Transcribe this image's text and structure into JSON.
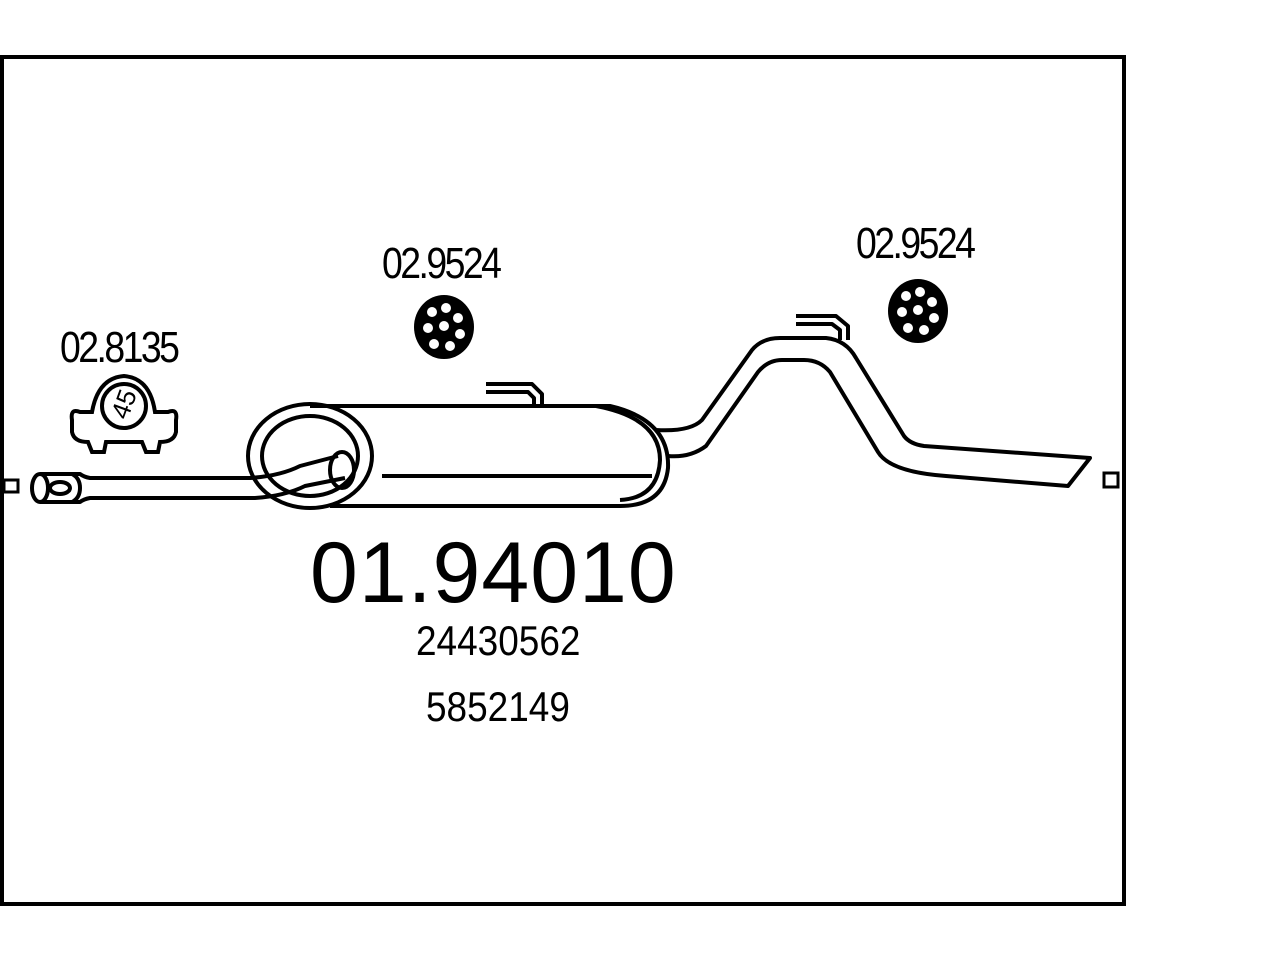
{
  "diagram": {
    "main_part_number": "01.94010",
    "oe_references": [
      "24430562",
      "5852149"
    ],
    "components": {
      "clamp": {
        "part_number": "02.8135",
        "size": "45"
      },
      "rubber_mount_front": {
        "part_number": "02.9524"
      },
      "rubber_mount_rear": {
        "part_number": "02.9524"
      }
    }
  },
  "colors": {
    "line": "#000000",
    "background": "#ffffff"
  }
}
